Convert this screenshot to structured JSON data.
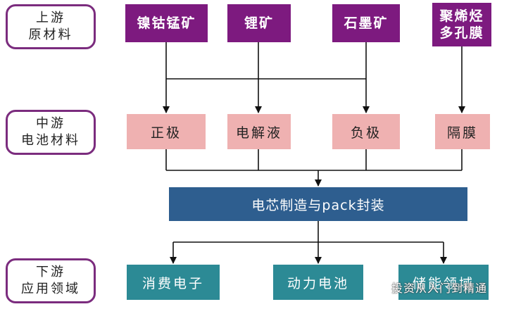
{
  "tiers": {
    "upstream": [
      "上游",
      "原材料"
    ],
    "midstream": [
      "中游",
      "电池材料"
    ],
    "downstream": [
      "下游",
      "应用领域"
    ]
  },
  "raw_materials": [
    "镍钴锰矿",
    "锂矿",
    "石墨矿",
    [
      "聚烯烃",
      "多孔膜"
    ]
  ],
  "battery_materials": [
    "正极",
    "电解液",
    "负极",
    "隔膜"
  ],
  "core_process": "电芯制造与pack封装",
  "applications": [
    "消费电子",
    "动力电池",
    "储能领域"
  ],
  "watermark": "投资从入门到精通",
  "colors": {
    "raw": "#7d1a7f",
    "materials": "#efb1b1",
    "core": "#2e5e8f",
    "applications": "#2c8a95",
    "tier_border": "#7b2c7e"
  }
}
